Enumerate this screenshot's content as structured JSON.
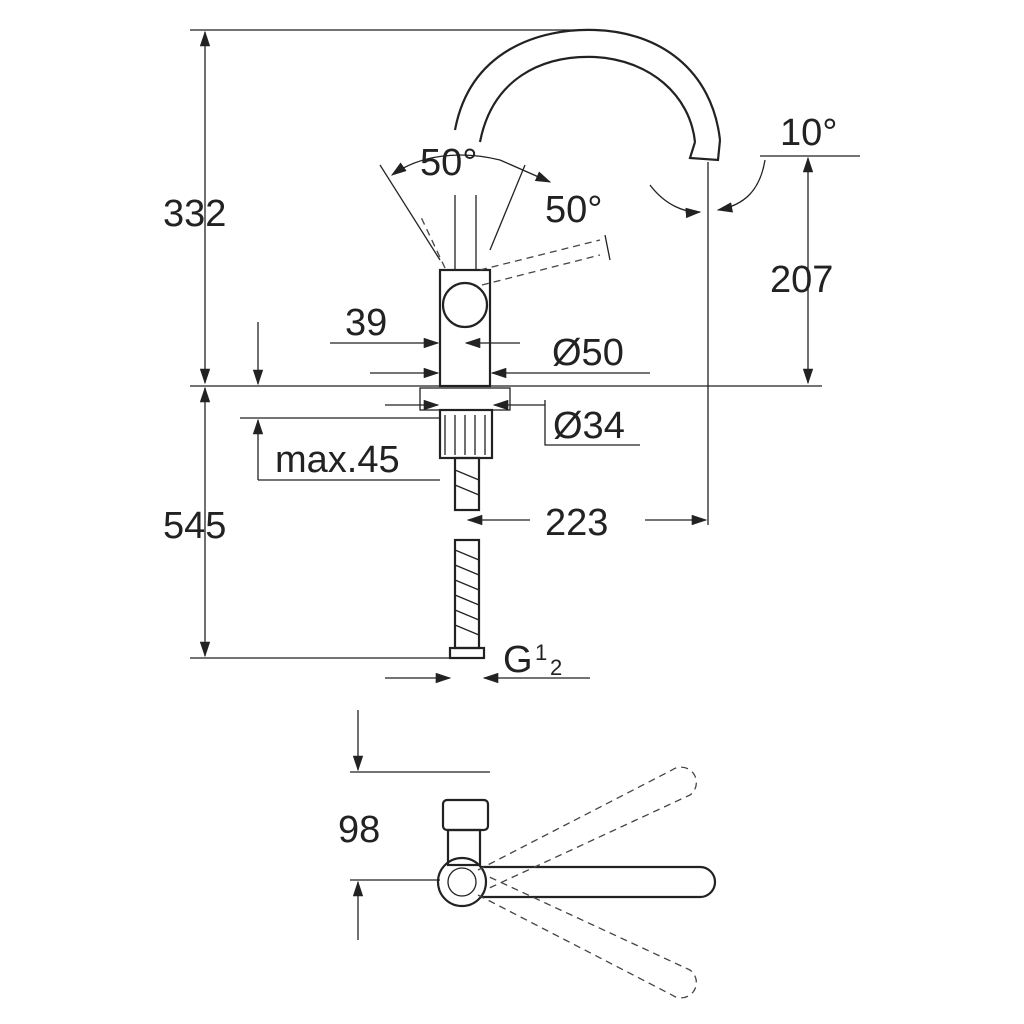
{
  "drawing": {
    "dimensions": {
      "height_above_deck": "332",
      "spout_angle": "10°",
      "lever_angle_left": "50°",
      "lever_angle_right": "50°",
      "spout_outlet_height": "207",
      "lever_offset": "39",
      "body_diameter": "Ø50",
      "shank_diameter": "Ø34",
      "max_deck_thickness": "max.45",
      "hose_length": "545",
      "spout_reach": "223",
      "connection_thread": "G",
      "connection_thread_fraction_num": "1",
      "connection_thread_fraction_den": "2",
      "top_view_depth": "98"
    }
  }
}
